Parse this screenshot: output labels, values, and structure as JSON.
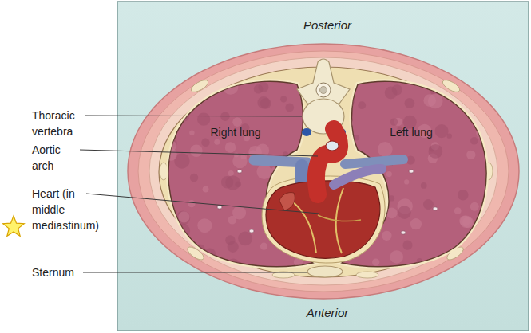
{
  "diagram": {
    "nodes": [
      {
        "text": [
          "Right lung"
        ]
      },
      {
        "text": [
          "Left lung"
        ]
      }
    ],
    "labels": [
      "Posterior",
      "Thoracic vertebra",
      "Aortic arch",
      "Heart (in middle mediastinum)",
      "Sternum",
      "Anterior"
    ]
  }
}
